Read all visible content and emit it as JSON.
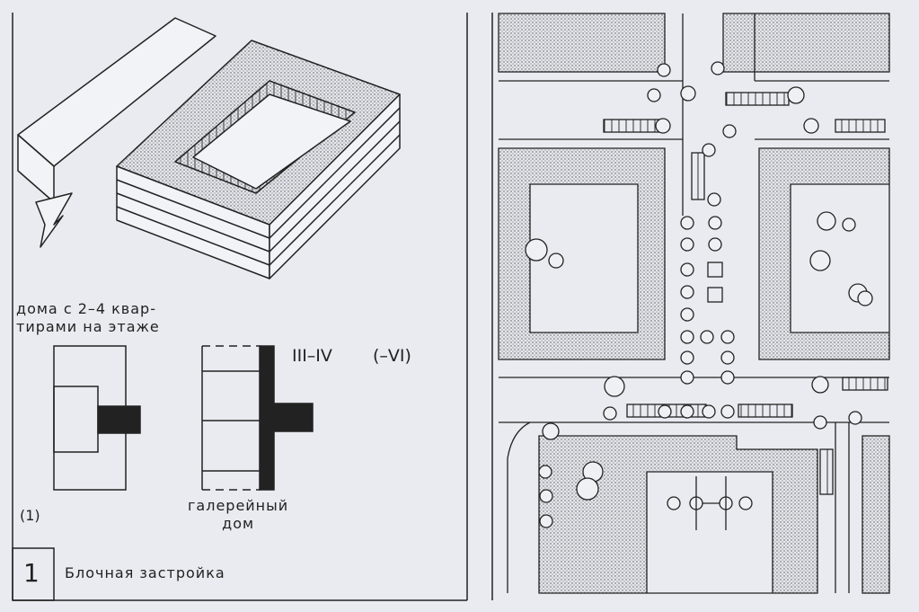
{
  "figure": {
    "number": "1",
    "caption": "Блочная застройка",
    "variant_mark": "(1)",
    "house_type_label": "дома с 2–4 квар-\nтирами на этаже",
    "gallery_label": "галерейный\nдом",
    "floors": "III–IV",
    "floors_max": "(–VI)"
  },
  "colors": {
    "ink": "#222222",
    "paper": "#e9ebf0",
    "stipple": "#9a9ca4"
  }
}
